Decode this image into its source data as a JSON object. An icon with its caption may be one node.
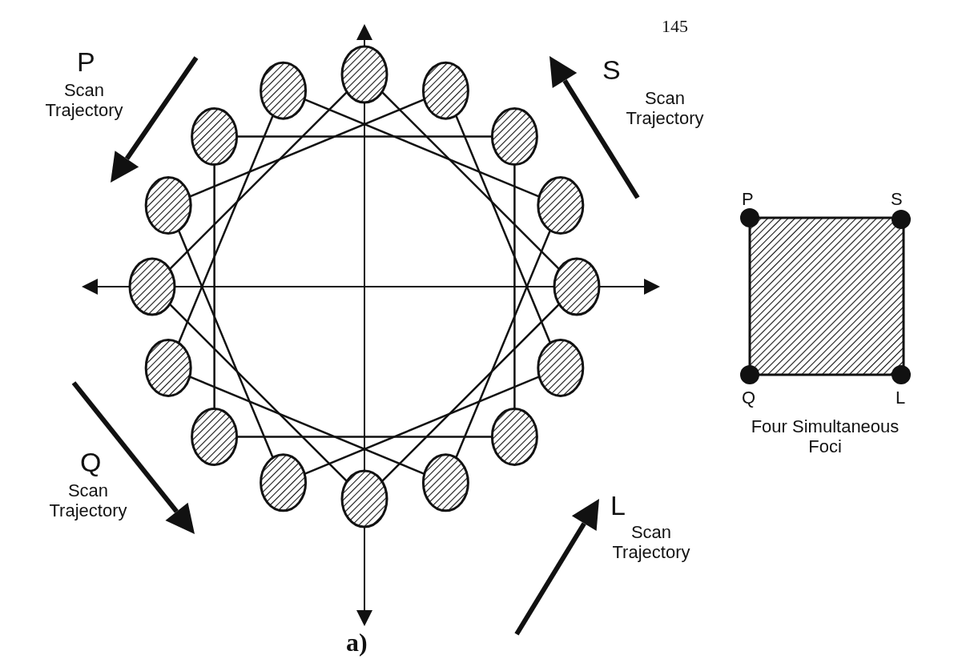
{
  "diagram": {
    "caption": "a)",
    "labels": [
      "P",
      "Scan Trajectory",
      "S",
      "145",
      "Scan Trajectory",
      "P",
      "S",
      "Q",
      "L",
      "Q",
      "Scan Trajectory",
      "Four Simultaneous Foci",
      "L",
      "Scan Trajectory"
    ]
  }
}
